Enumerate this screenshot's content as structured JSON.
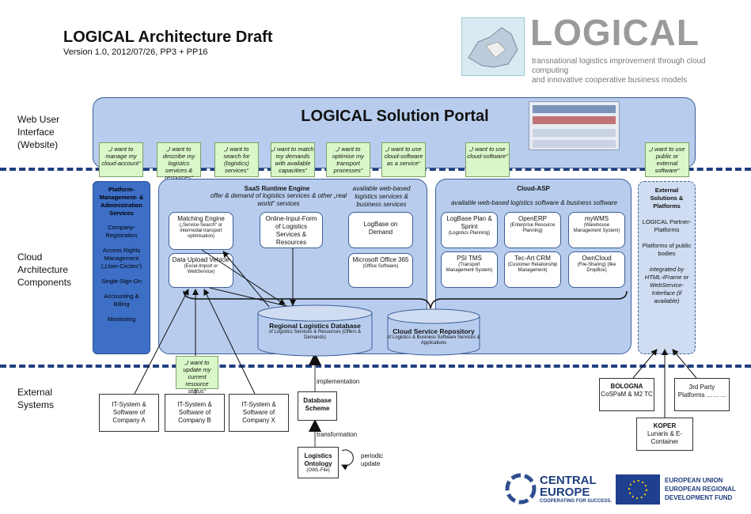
{
  "header": {
    "title": "LOGICAL Architecture Draft",
    "version": "Version 1.0, 2012/07/26, PP3 + PP16"
  },
  "logo": {
    "name": "LOGICAL",
    "tagline1": "transnational logistics improvement through cloud computing",
    "tagline2": "and innovative cooperative business models"
  },
  "layers": {
    "web": "Web User\nInterface\n(Website)",
    "cloud": "Cloud\nArchitecture\nComponents",
    "external": "External\nSystems"
  },
  "portal": {
    "title": "LOGICAL Solution Portal"
  },
  "callouts": [
    "„I want to manage my cloud-account“",
    "„I want to describe my logistics services & resources“",
    "„I want to search for (logistics) services“",
    "„I want to match my demands with available capacities“",
    "„I want to optimise my transport processes“",
    "„I want to use cloud-software as a service“",
    "„I want to use cloud-software“",
    "„I want to use public or external software“",
    "„I want to update my current resource status“"
  ],
  "platform": {
    "title": "Platform-Management- & Administration Services",
    "items": [
      "Company-Registration",
      "Access Rights Management („User-Circles“)",
      "Single-Sign-On",
      "Accounting & Billing",
      "Monitoring"
    ]
  },
  "saas": {
    "title": "SaaS Runtime Engine",
    "subtitle": "offer & demand of logistics services & other „real world“ services",
    "matching": {
      "title": "Matching Engine",
      "sub": "(„Service-Search“ or intermodal transport optimisation)"
    },
    "upload": {
      "title": "Data Upload Vehicle",
      "sub": "(Excel-Import or WebService)"
    },
    "online": "Online-Input-Form of Logistics Services & Resources",
    "web_based": "available web-based logistics services & business services",
    "logbase": "LogBase on Demand",
    "office": {
      "title": "Microsoft Office 365",
      "sub": "(Office Software)"
    }
  },
  "cloudasp": {
    "title": "Cloud-ASP",
    "subtitle": "available web-based logistics software & business software",
    "apps": [
      {
        "title": "LogBase Plan & Sprint",
        "sub": "(Logistics Planning)"
      },
      {
        "title": "OpenERP",
        "sub": "(Enterprise Resource Planning)"
      },
      {
        "title": "myWMS",
        "sub": "(Warehouse Management System)"
      },
      {
        "title": "PSI TMS",
        "sub": "(Transport Management System)"
      },
      {
        "title": "Tec-Art CRM",
        "sub": "(Customer Relationship Management)"
      },
      {
        "title": "OwnCloud",
        "sub": "(File-Sharing) (like DropBox)"
      }
    ]
  },
  "external_solutions": {
    "title": "External Solutions & Platforms",
    "items": [
      "LOGICAL Partner-Platforms",
      "Platforms of public bodies"
    ],
    "note": "integrated by HTML-IFrame or WebService-Interface (if available)"
  },
  "databases": {
    "regional": {
      "title": "Regional Logistics Database",
      "sub": "of Logistics Services & Resources (Offers & Demands)"
    },
    "repository": {
      "title": "Cloud Service Repository",
      "sub": "of Logistics & Business Software Services & Applications"
    }
  },
  "external_systems": {
    "a": "IT-System & Software of Company A",
    "b": "IT-System & Software of Company B",
    "x": "IT-System & Software of Company X",
    "scheme": "Database Scheme",
    "implementation": "implementation",
    "transformation": "transformation",
    "ontology": {
      "title": "Logistics Ontology",
      "sub": "(OWL-File)"
    },
    "periodic": "periodic update",
    "bologna": {
      "title": "BOLOGNA",
      "sub": "CoSPaM & M2 TC"
    },
    "third": "3rd Party Platforms ... ... ...",
    "koper": {
      "title": "KOPER",
      "sub": "Lunaris & E-Container"
    }
  },
  "footer": {
    "ce1": "CENTRAL",
    "ce2": "EUROPE",
    "ce3": "COOPERATING FOR SUCCESS.",
    "eu1": "EUROPEAN UNION",
    "eu2": "EUROPEAN REGIONAL",
    "eu3": "DEVELOPMENT FUND"
  },
  "colors": {
    "accent": "#1f3f7f",
    "cloud": "#b8cdee",
    "callout": "#d9f7c8",
    "platform": "#3d6fc6"
  }
}
